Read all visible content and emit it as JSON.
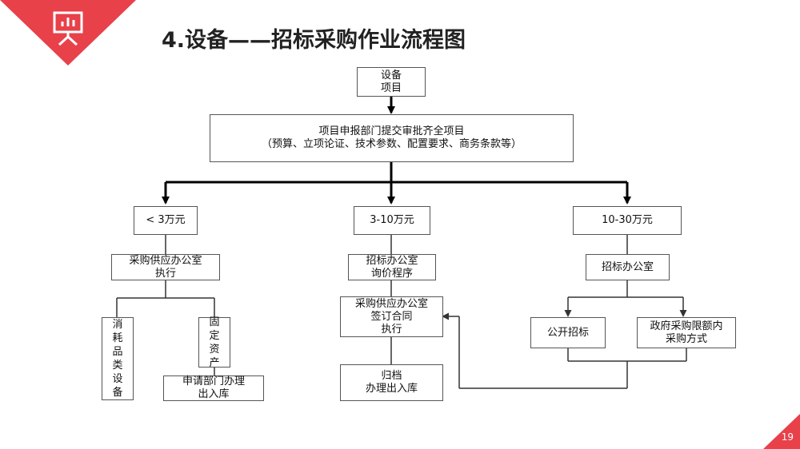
{
  "slide": {
    "title": "4.设备——招标采购作业流程图",
    "page_number": "19",
    "icon": "presentation-board-icon",
    "accent_color": "#e8414a"
  },
  "flowchart": {
    "root": "设备\n项目",
    "submit": "项目申报部门提交审批齐全项目\n（预算、立项论证、技术参数、配置要求、商务条款等）",
    "branches": [
      {
        "label": "< 3万元"
      },
      {
        "label": "3-10万元"
      },
      {
        "label": "10-30万元"
      }
    ],
    "left_office": "采购供应办公室\n执行",
    "consumables": "消\n耗\n品\n类\n设\n备",
    "fixed_assets": "固\n定\n资\n产",
    "apply_dept": "申请部门办理\n出入库",
    "mid_office": "招标办公室\n询价程序",
    "contract": "采购供应办公室\n签订合同\n执行",
    "archive": "归档\n办理出入库",
    "right_office": "招标办公室",
    "public_tender": "公开招标",
    "gov_procurement": "政府采购限额内\n采购方式"
  }
}
